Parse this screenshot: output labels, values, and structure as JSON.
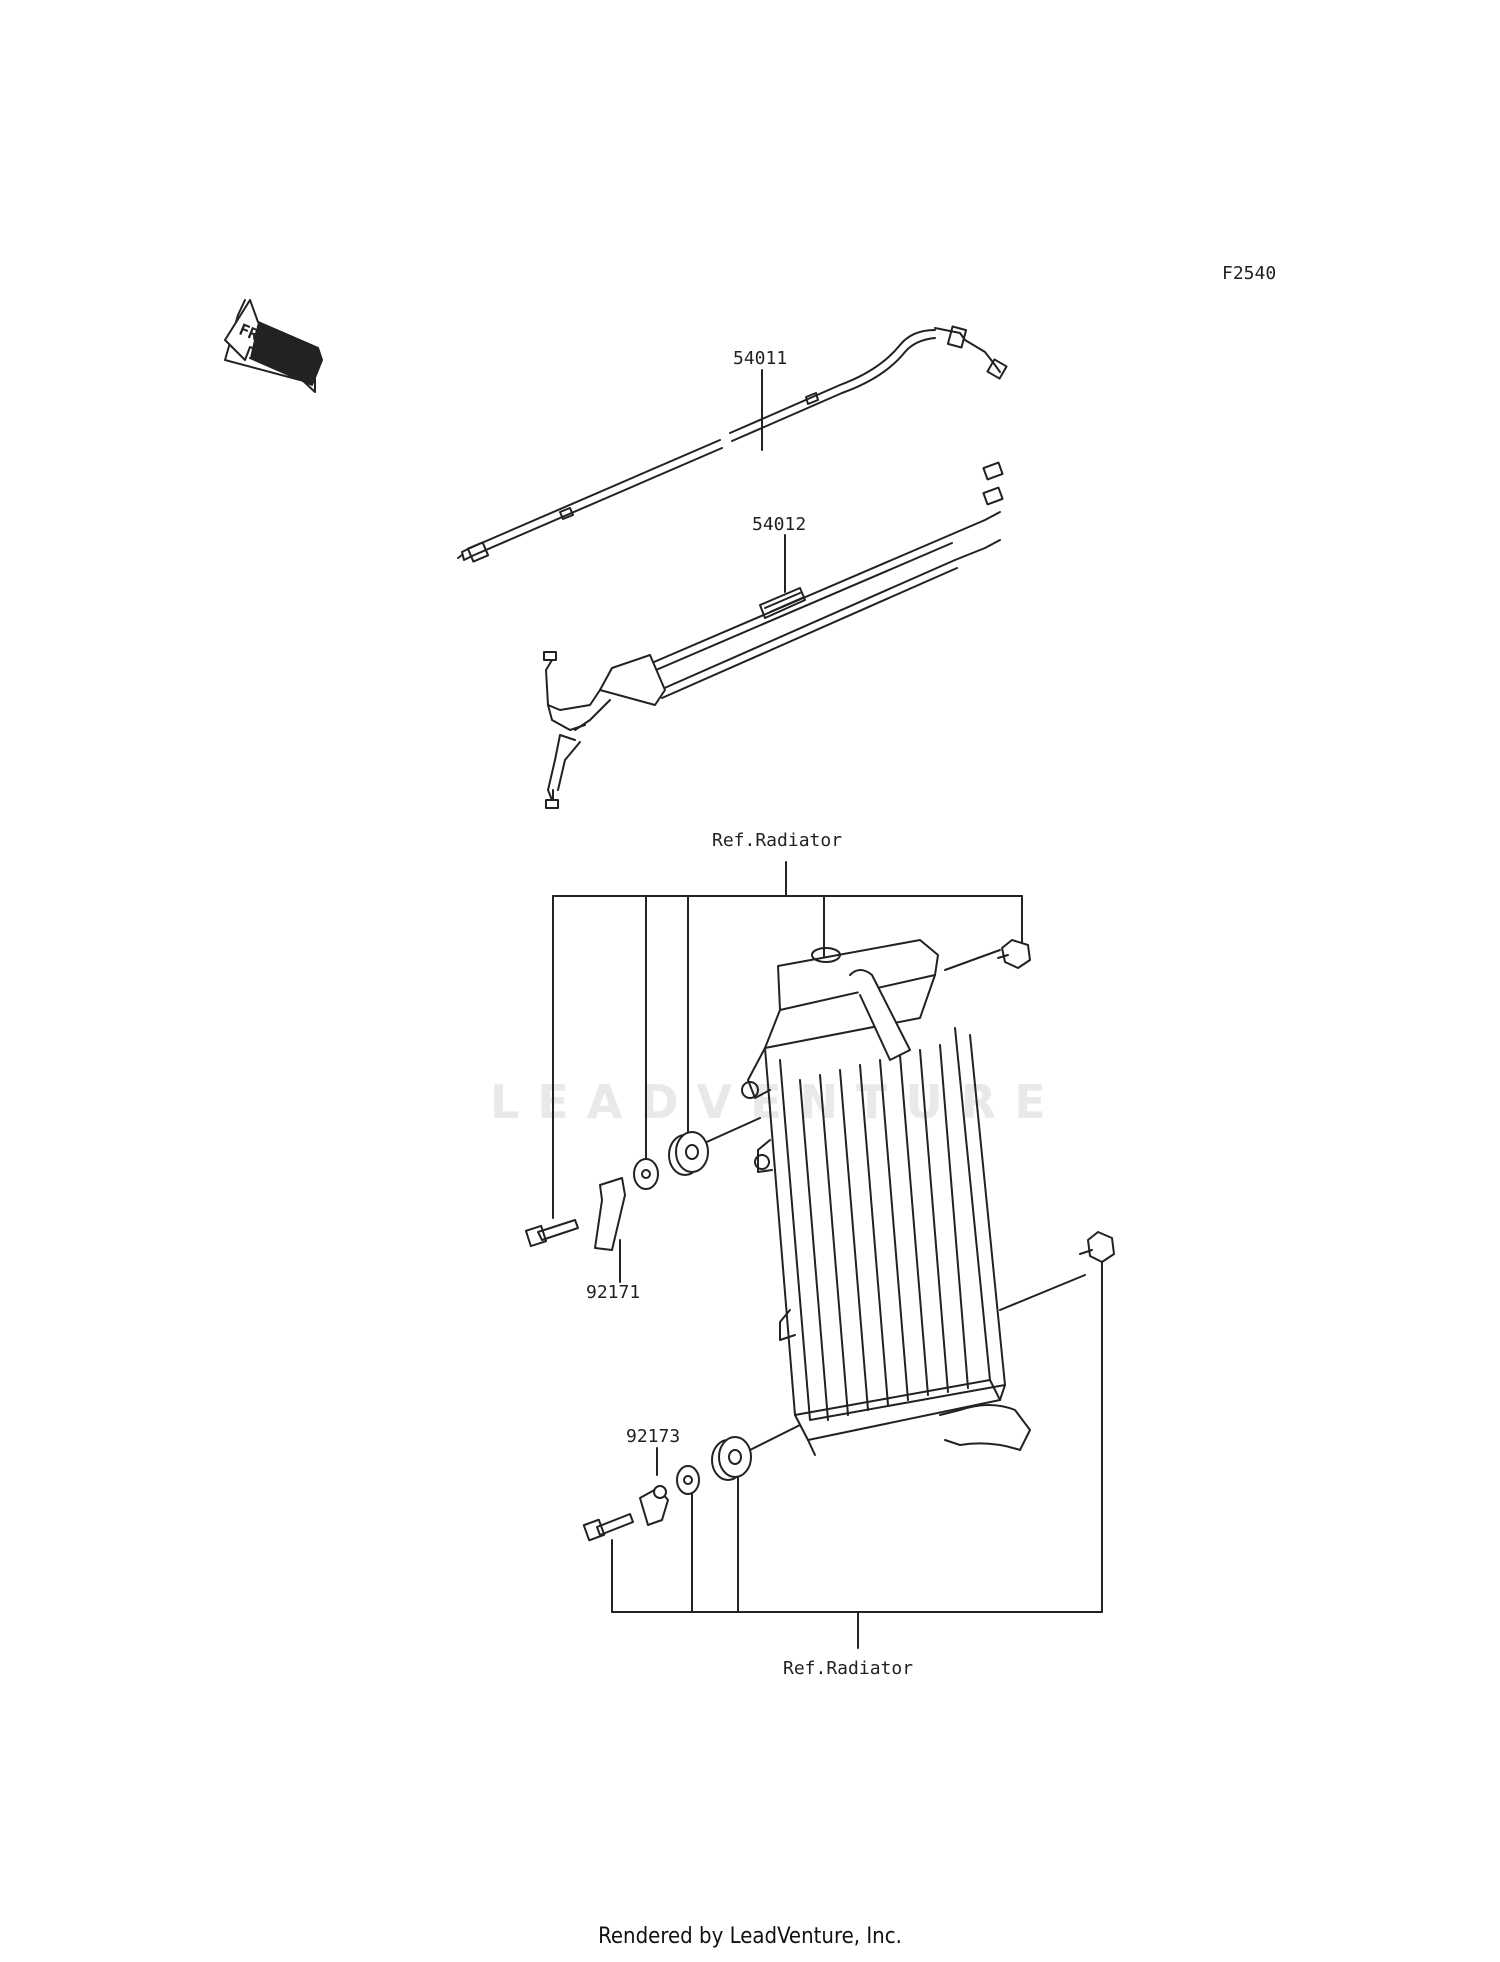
{
  "diagram_code": "F2540",
  "front_label": "FRONT",
  "parts": {
    "p54011": "54011",
    "p54012": "54012",
    "p92171": "92171",
    "p92173": "92173"
  },
  "ref_top": "Ref.Radiator",
  "ref_bottom": "Ref.Radiator",
  "watermark": "LEADVENTURE",
  "footer": "Rendered by LeadVenture, Inc."
}
